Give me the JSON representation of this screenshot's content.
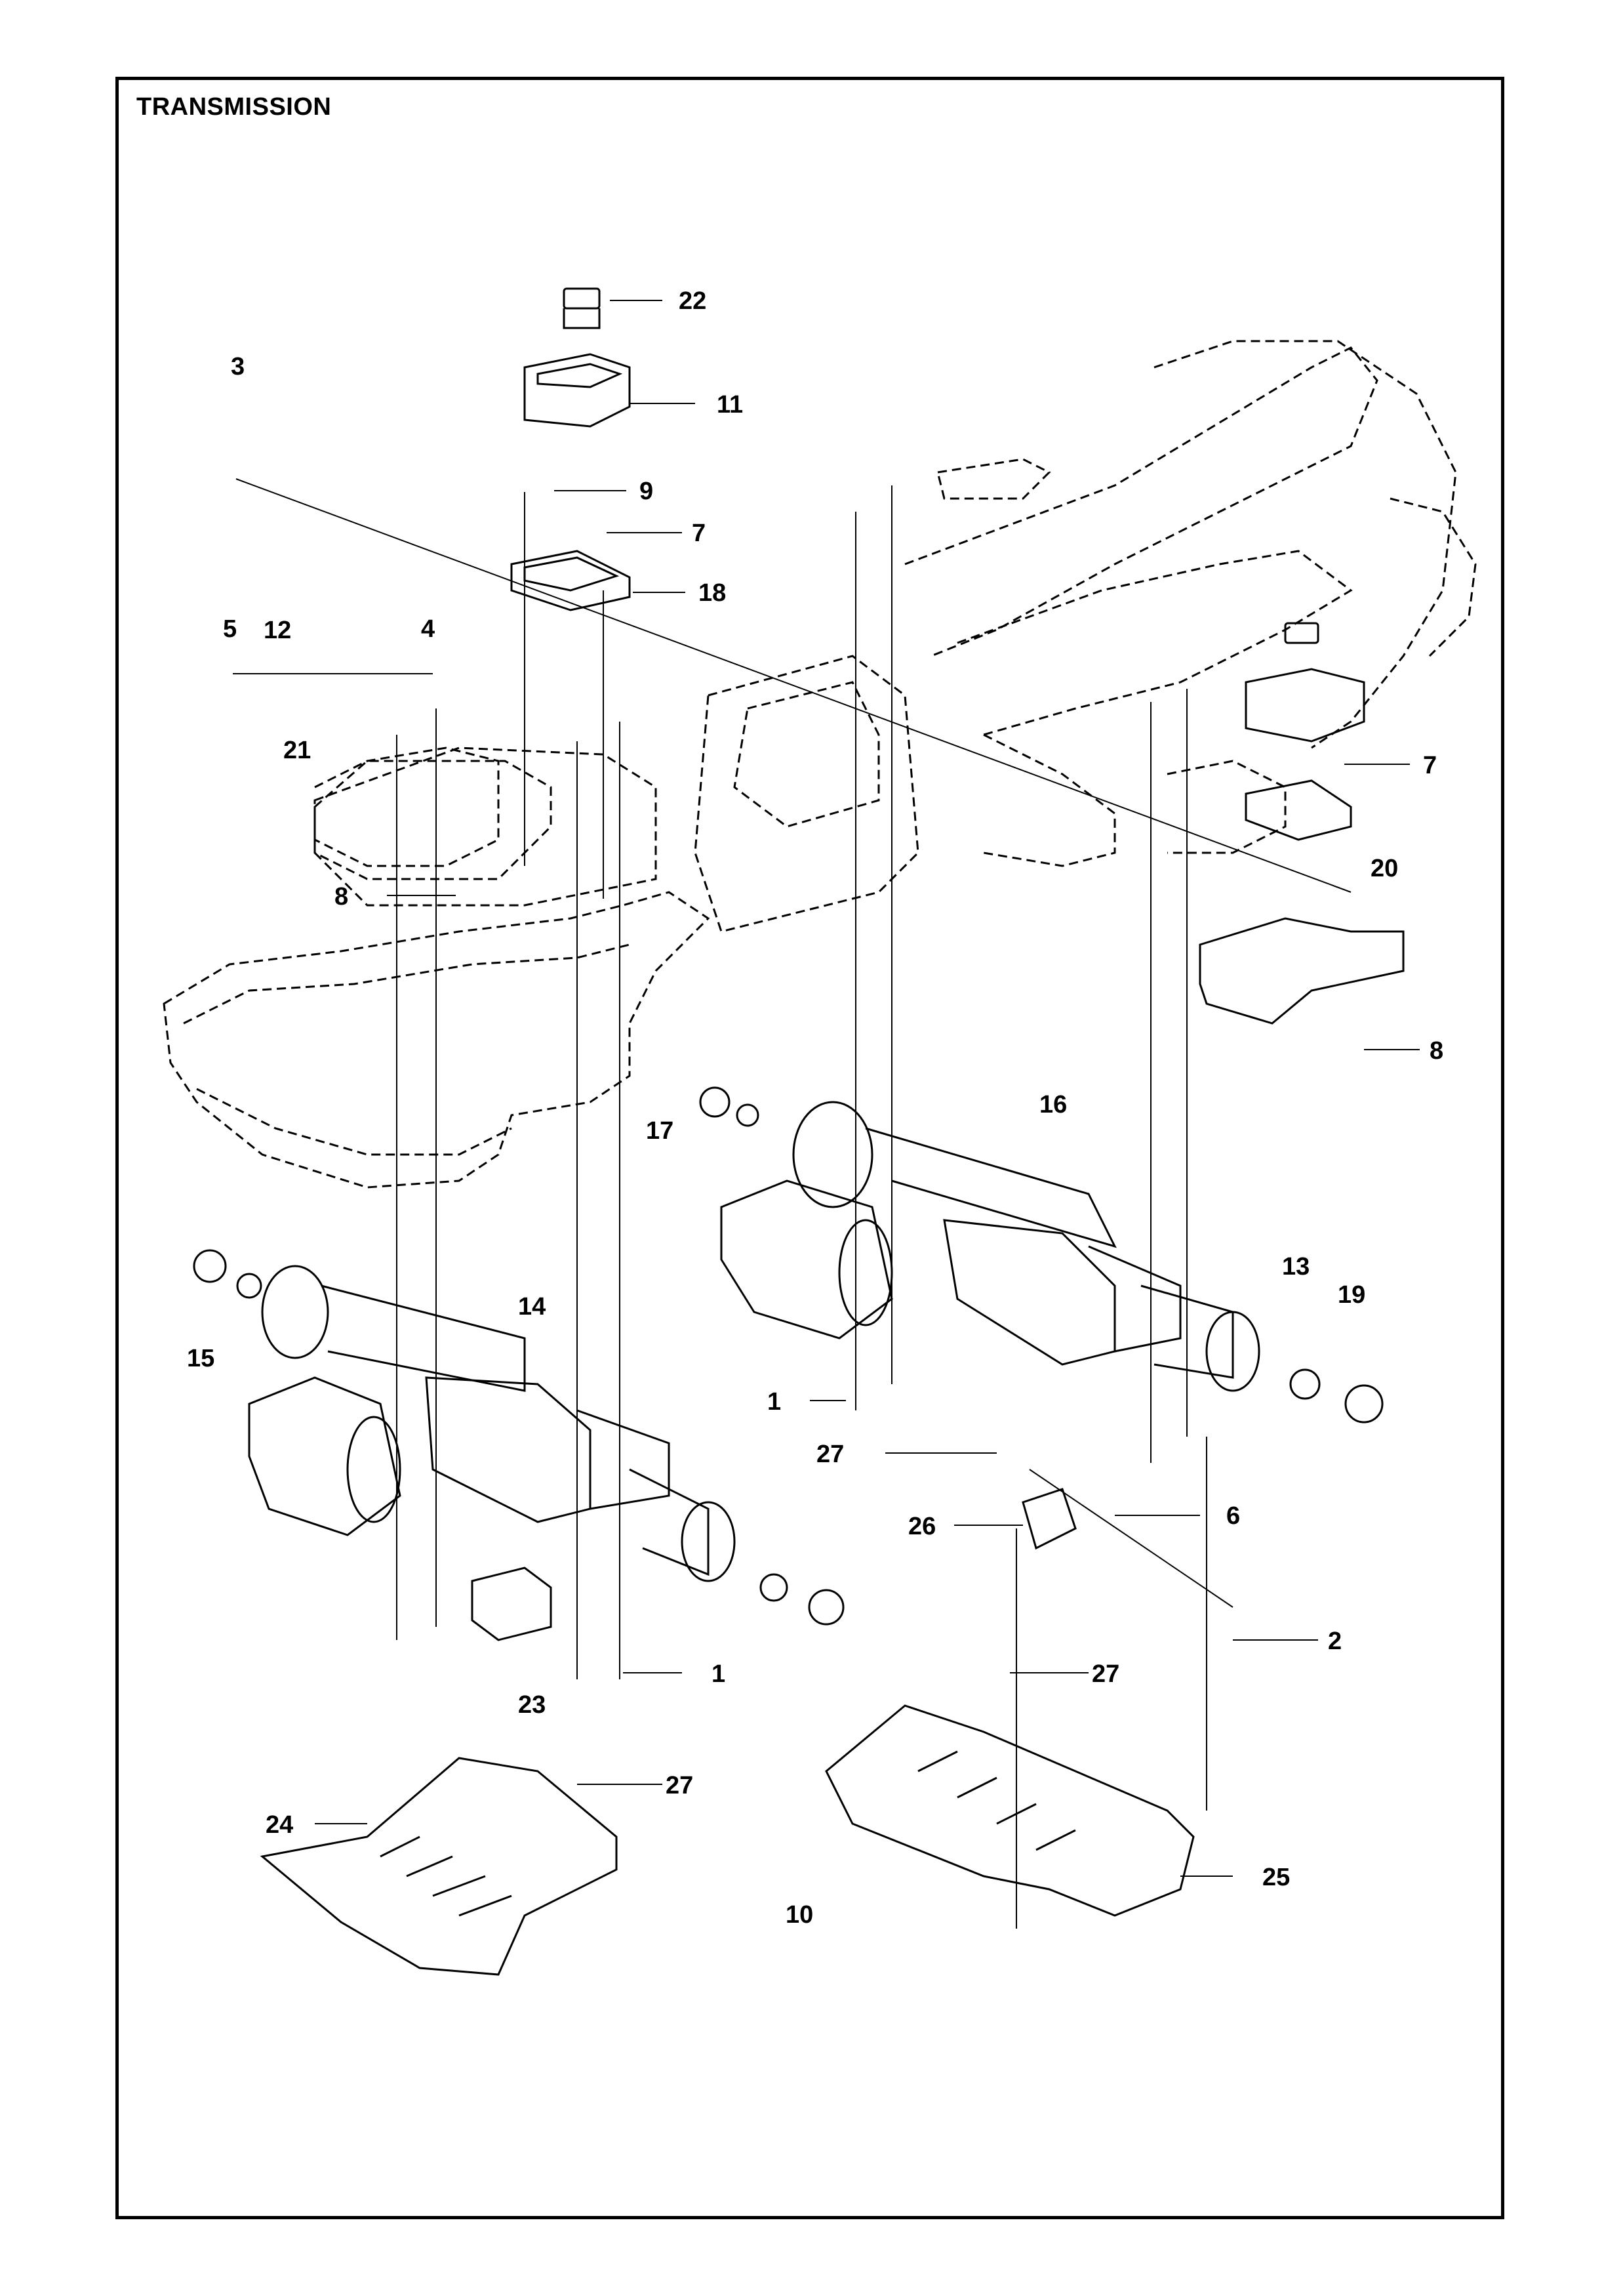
{
  "title": "TRANSMISSION",
  "callouts": [
    {
      "id": "c1",
      "label": "1"
    },
    {
      "id": "c1b",
      "label": "1"
    },
    {
      "id": "c2",
      "label": "2"
    },
    {
      "id": "c3",
      "label": "3"
    },
    {
      "id": "c4",
      "label": "4"
    },
    {
      "id": "c5",
      "label": "5"
    },
    {
      "id": "c6",
      "label": "6"
    },
    {
      "id": "c7",
      "label": "7"
    },
    {
      "id": "c7b",
      "label": "7"
    },
    {
      "id": "c8",
      "label": "8"
    },
    {
      "id": "c8b",
      "label": "8"
    },
    {
      "id": "c9",
      "label": "9"
    },
    {
      "id": "c10",
      "label": "10"
    },
    {
      "id": "c11",
      "label": "11"
    },
    {
      "id": "c12",
      "label": "12"
    },
    {
      "id": "c13",
      "label": "13"
    },
    {
      "id": "c14",
      "label": "14"
    },
    {
      "id": "c15",
      "label": "15"
    },
    {
      "id": "c16",
      "label": "16"
    },
    {
      "id": "c17",
      "label": "17"
    },
    {
      "id": "c18",
      "label": "18"
    },
    {
      "id": "c19",
      "label": "19"
    },
    {
      "id": "c20",
      "label": "20"
    },
    {
      "id": "c21",
      "label": "21"
    },
    {
      "id": "c22",
      "label": "22"
    },
    {
      "id": "c23",
      "label": "23"
    },
    {
      "id": "c24",
      "label": "24"
    },
    {
      "id": "c25",
      "label": "25"
    },
    {
      "id": "c26",
      "label": "26"
    },
    {
      "id": "c27",
      "label": "27"
    },
    {
      "id": "c27b",
      "label": "27"
    },
    {
      "id": "c27c",
      "label": "27"
    }
  ]
}
